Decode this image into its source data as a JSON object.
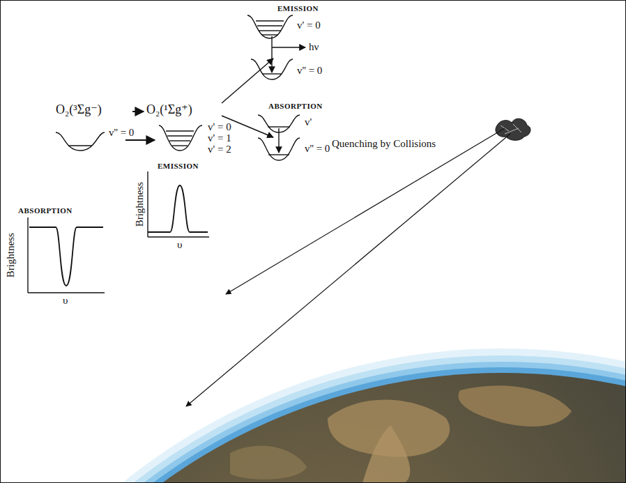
{
  "diagram": {
    "labels": [
      "EMISSION",
      "v' = 0",
      "hν",
      "v'' = 0",
      "O₂(³Σg⁻)",
      "O₂(¹Σg⁺)",
      "v'' = 0",
      "v' = 0",
      "v' = 1",
      "v' = 2",
      "ABSORPTION",
      "v'",
      "Quenching by Collisions",
      "v'' = 0",
      "EMISSION",
      "Brightness",
      "υ",
      "ABSORPTION",
      "Brightness",
      "υ"
    ]
  }
}
